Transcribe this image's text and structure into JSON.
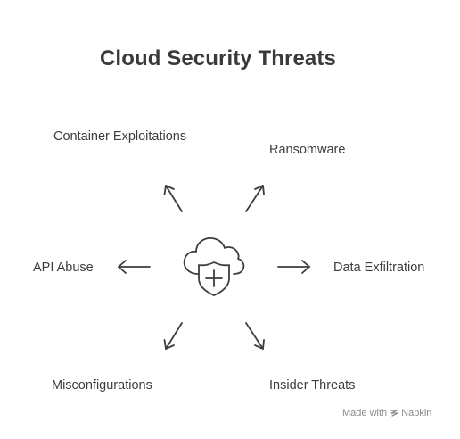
{
  "diagram": {
    "title": "Cloud Security Threats",
    "center_icon": "cloud-shield-icon",
    "threats": {
      "container": [
        "Container",
        "Exploitations"
      ],
      "ransomware": "Ransomware",
      "api_abuse": "API Abuse",
      "data_exfiltration": "Data Exfiltration",
      "misconfigurations": "Misconfigurations",
      "insider_threats": "Insider Threats"
    }
  },
  "footer": {
    "made_with": "Made with",
    "brand": "Napkin",
    "brand_icon": "napkin-logo-icon"
  },
  "colors": {
    "text": "#3d3d3d",
    "title": "#3a3a3a",
    "footer": "#8a8a8a"
  }
}
